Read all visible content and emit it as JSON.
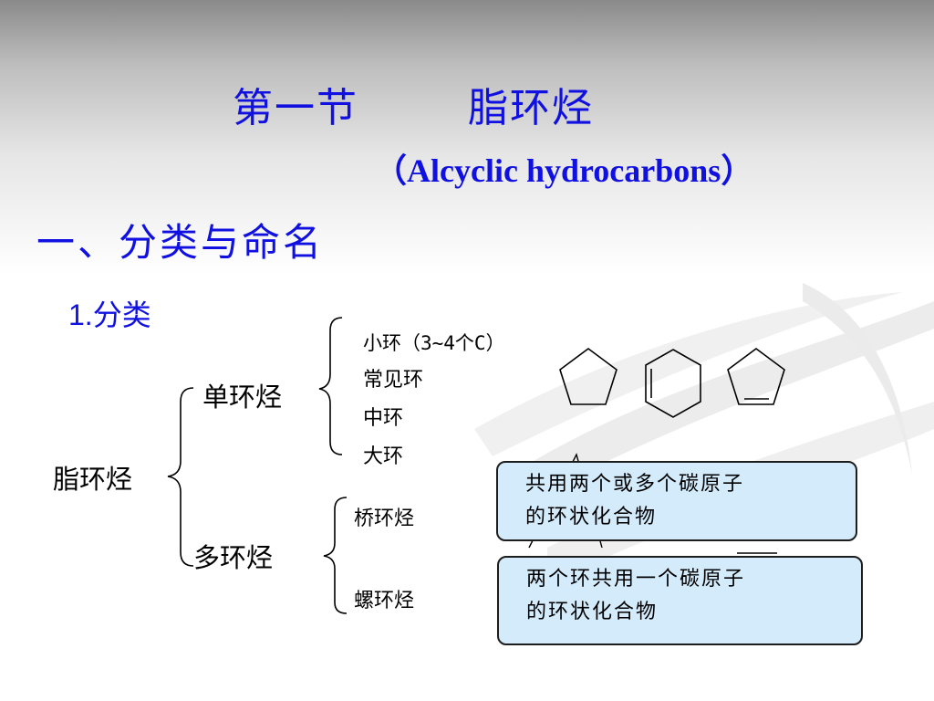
{
  "title": {
    "part1": "第一节",
    "part2": "脂环烃"
  },
  "subtitle": "（Alcyclic hydrocarbons）",
  "section_heading": "一、分类与命名",
  "subsection": {
    "number": "1.",
    "label": "分类"
  },
  "tree": {
    "root": "脂环烃",
    "monocyclic": "单环烃",
    "polycyclic": "多环烃",
    "mono_children": [
      "小环（3~4个C）",
      "常见环",
      "中环",
      "大环"
    ],
    "poly_children": [
      "桥环烃",
      "螺环烃"
    ]
  },
  "callouts": {
    "bridged_definition": [
      "共用两个或多个碳原子",
      "的环状化合物"
    ],
    "spiro_definition": [
      "两个环共用一个碳原子",
      "的环状化合物"
    ]
  },
  "icons": [
    "cyclopentane-structure-icon",
    "cyclohexene-structure-icon",
    "cyclopentene-structure-icon"
  ]
}
